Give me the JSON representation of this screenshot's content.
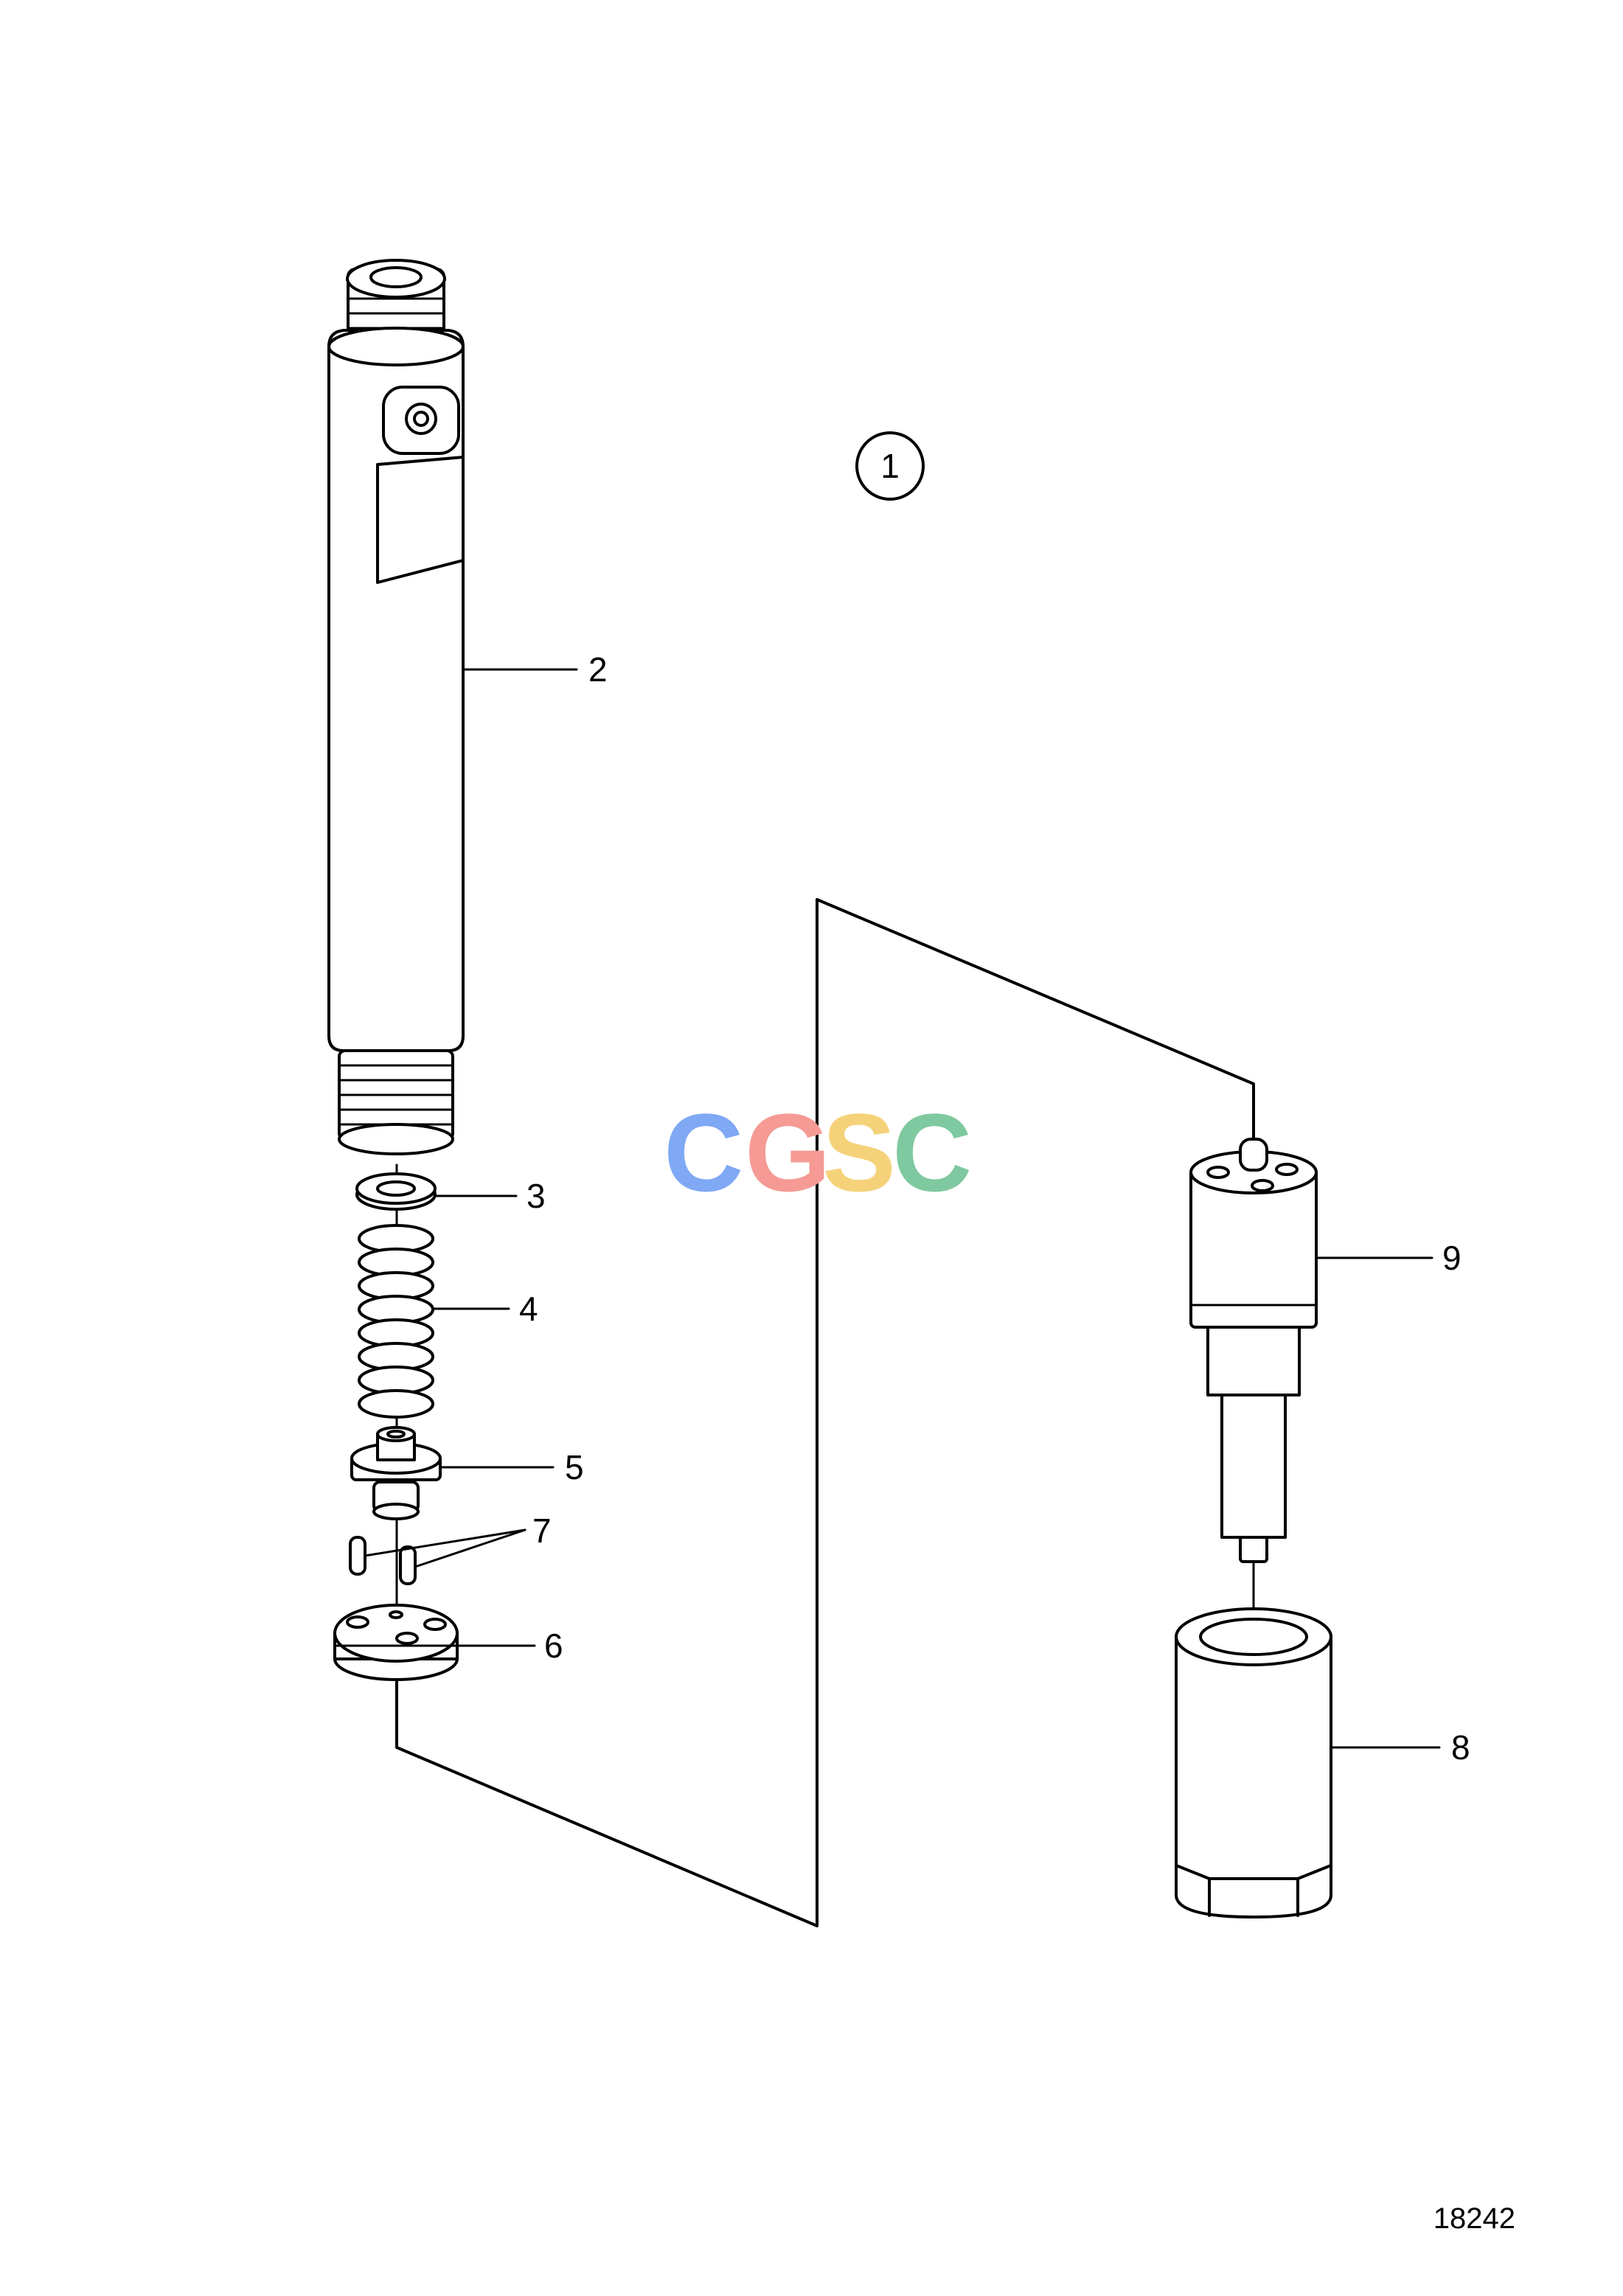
{
  "diagram": {
    "assembly_callout": "1",
    "figure_number": "18242",
    "watermark": {
      "letters": [
        "C",
        "G",
        "S",
        "C"
      ],
      "colors": [
        "#7fa8f5",
        "#f59a94",
        "#f5d27a",
        "#7fc9a0"
      ]
    },
    "callouts": [
      {
        "id": "2",
        "part": "injector-holder-body"
      },
      {
        "id": "3",
        "part": "shim-washer"
      },
      {
        "id": "4",
        "part": "pressure-spring"
      },
      {
        "id": "5",
        "part": "spring-seat"
      },
      {
        "id": "6",
        "part": "intermediate-plate"
      },
      {
        "id": "7",
        "part": "dowel-pins"
      },
      {
        "id": "8",
        "part": "nozzle-retaining-nut"
      },
      {
        "id": "9",
        "part": "injector-nozzle"
      }
    ]
  }
}
